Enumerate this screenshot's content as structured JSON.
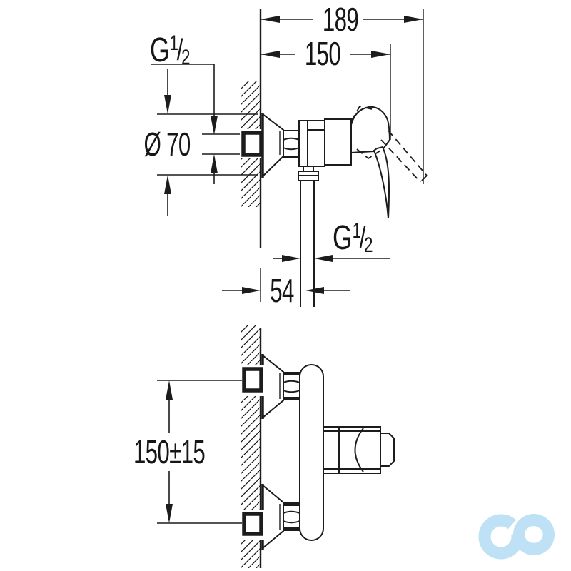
{
  "dimensions": {
    "overall_projection": "189",
    "body_projection": "150",
    "escutcheon_diameter": "Ø 70",
    "outlet_offset_from_wall": "54",
    "connection_center_spacing": "150±15",
    "inlet_thread": {
      "prefix": "G",
      "numerator": "1",
      "slash": "/",
      "denominator": "2"
    },
    "outlet_thread": {
      "prefix": "G",
      "numerator": "1",
      "slash": "/",
      "denominator": "2"
    }
  },
  "colors": {
    "line_color": "#1c1c1c",
    "background": "#ffffff",
    "watermark_blue": "#bee1f5"
  },
  "watermark": {
    "icon": "infinity-shop-logo"
  }
}
